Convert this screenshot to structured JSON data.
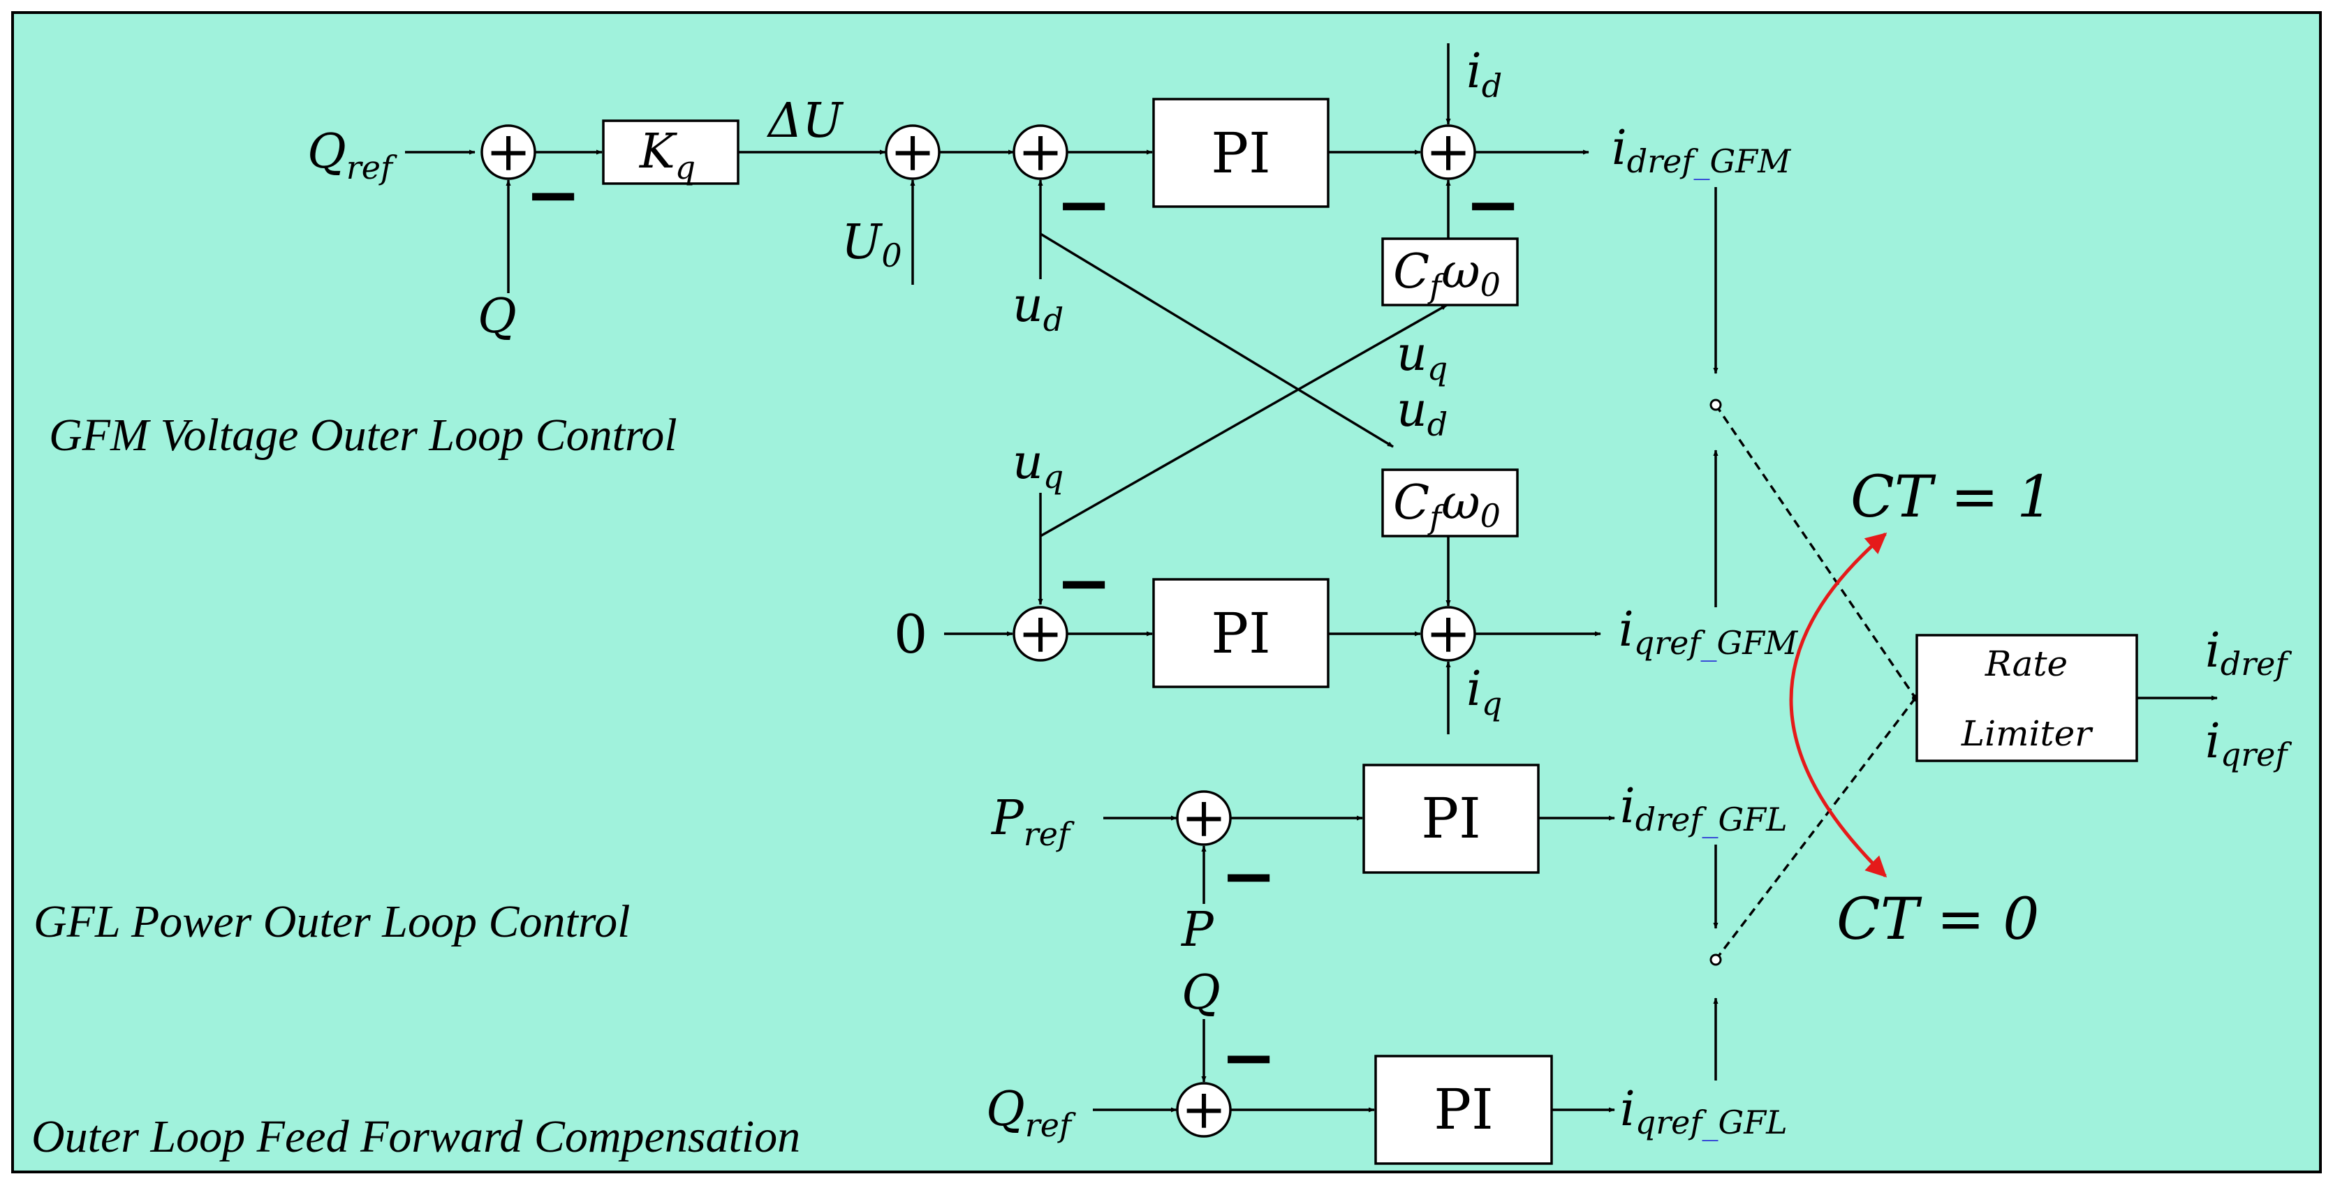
{
  "colors": {
    "background": "#a0f2dc",
    "ink": "#000000",
    "switch_arc": "#e51a1a",
    "subscript_underscore": "#2a35d6"
  },
  "sections": {
    "gfm": "GFM Voltage Outer Loop Control",
    "gfl": "GFL Power Outer Loop Control",
    "ff": "Outer Loop Feed Forward Compensation"
  },
  "blocks": {
    "kq": {
      "main": "K",
      "sub": "q"
    },
    "pi": "PI",
    "cfw": {
      "c": "C",
      "f": "f",
      "w": "ω",
      "zero": "0"
    },
    "rate_line1": "Rate",
    "rate_line2": "Limiter"
  },
  "signals": {
    "q_ref": {
      "main": "Q",
      "sub": "ref"
    },
    "q": "Q",
    "delta_u": "ΔU",
    "u0": {
      "main": "U",
      "sub": "0"
    },
    "ud": {
      "main": "u",
      "sub": "d"
    },
    "uq": {
      "main": "u",
      "sub": "q"
    },
    "id": {
      "main": "i",
      "sub": "d"
    },
    "iq": {
      "main": "i",
      "sub": "q"
    },
    "zero": "0",
    "p_ref": {
      "main": "P",
      "sub": "ref"
    },
    "p": "P",
    "idref_gfm": {
      "main": "i",
      "sub1": "dref",
      "sep": "_",
      "sub2": "GFM"
    },
    "iqref_gfm": {
      "main": "i",
      "sub1": "qref",
      "sep": "_",
      "sub2": "GFM"
    },
    "idref_gfl": {
      "main": "i",
      "sub1": "dref",
      "sep": "_",
      "sub2": "GFL"
    },
    "iqref_gfl": {
      "main": "i",
      "sub1": "qref",
      "sep": "_",
      "sub2": "GFL"
    },
    "idref": {
      "main": "i",
      "sub": "dref"
    },
    "iqref": {
      "main": "i",
      "sub": "qref"
    }
  },
  "switch": {
    "ct1": "CT = 1",
    "ct0": "CT = 0"
  },
  "sum_symbol": "+",
  "minus_symbol": "−"
}
